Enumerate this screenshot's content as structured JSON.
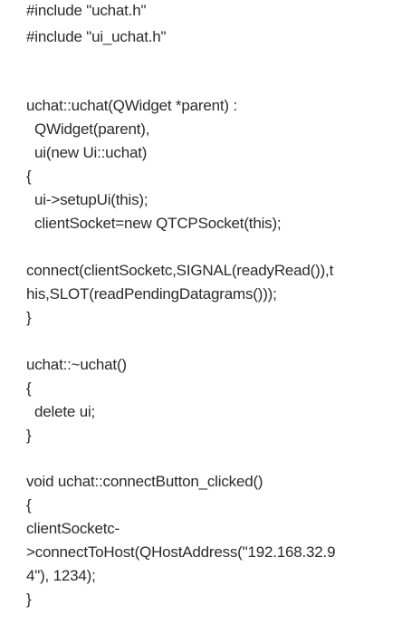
{
  "document": {
    "lines": [
      "#include \"uchat.h\"",
      "#include \"ui_uchat.h\"",
      "uchat::uchat(QWidget *parent) :",
      "  QWidget(parent),",
      "  ui(new Ui::uchat)",
      "{",
      "  ui->setupUi(this);",
      "  clientSocket=new QTCPSocket(this);",
      "connect(clientSocketc,SIGNAL(readyRead()),t",
      "his,SLOT(readPendingDatagrams()));",
      "}",
      "uchat::~uchat()",
      "{",
      "  delete ui;",
      "}",
      "void uchat::connectButton_clicked()",
      "{",
      "clientSocketc-",
      ">connectToHost(QHostAddress(\"192.168.32.9",
      "4\"), 1234);",
      "}"
    ]
  }
}
